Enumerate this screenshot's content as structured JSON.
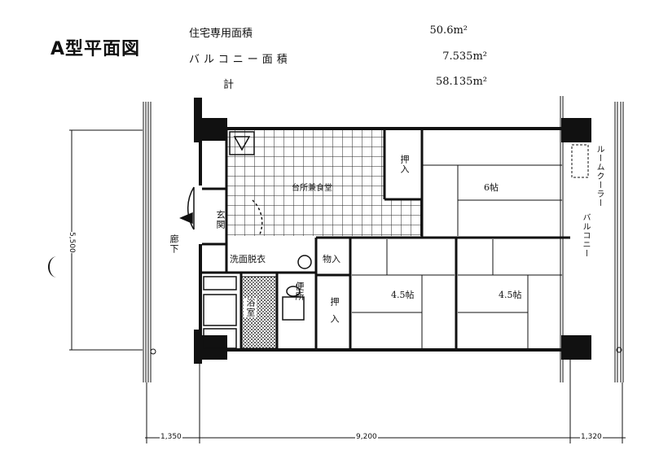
{
  "title": "A型平面図",
  "areas": [
    {
      "label": "住宅専用面積",
      "value": "50.6m²"
    },
    {
      "label": "バルコニー面積",
      "value": "7.535m²"
    },
    {
      "label": "計",
      "value": "58.135m²"
    }
  ],
  "rooms": {
    "oshiire_top": "押入",
    "kitchen_dining": "台所兼食堂",
    "room_6": "6帖",
    "genkan": "玄関",
    "senmen": "洗面脱衣",
    "monoire": "物入",
    "toilet": "便所",
    "bath": "浴室",
    "oshiire_bottom": "押入",
    "room_45_left": "4.5帖",
    "room_45_right": "4.5帖",
    "corridor": "廊下",
    "room_cooler": "ルームクーラー",
    "balcony": "バルコニー"
  },
  "dimensions": {
    "height": "5,500",
    "left": "1,350",
    "center": "9,200",
    "right": "1,320"
  }
}
